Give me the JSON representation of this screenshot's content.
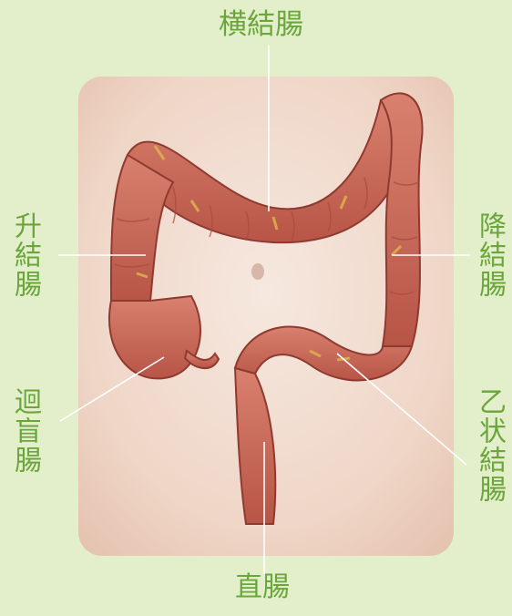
{
  "labels": {
    "transverse": "横結腸",
    "ascending": "升結腸",
    "descending": "降結腸",
    "cecum": "迴盲腸",
    "sigmoid": "乙状結腸",
    "rectum": "直腸"
  },
  "colors": {
    "background": "#e3eecb",
    "label": "#6aa63a",
    "leader_line": "#ffffff",
    "body_skin": "#f1dccf",
    "colon": "#c9695a"
  }
}
